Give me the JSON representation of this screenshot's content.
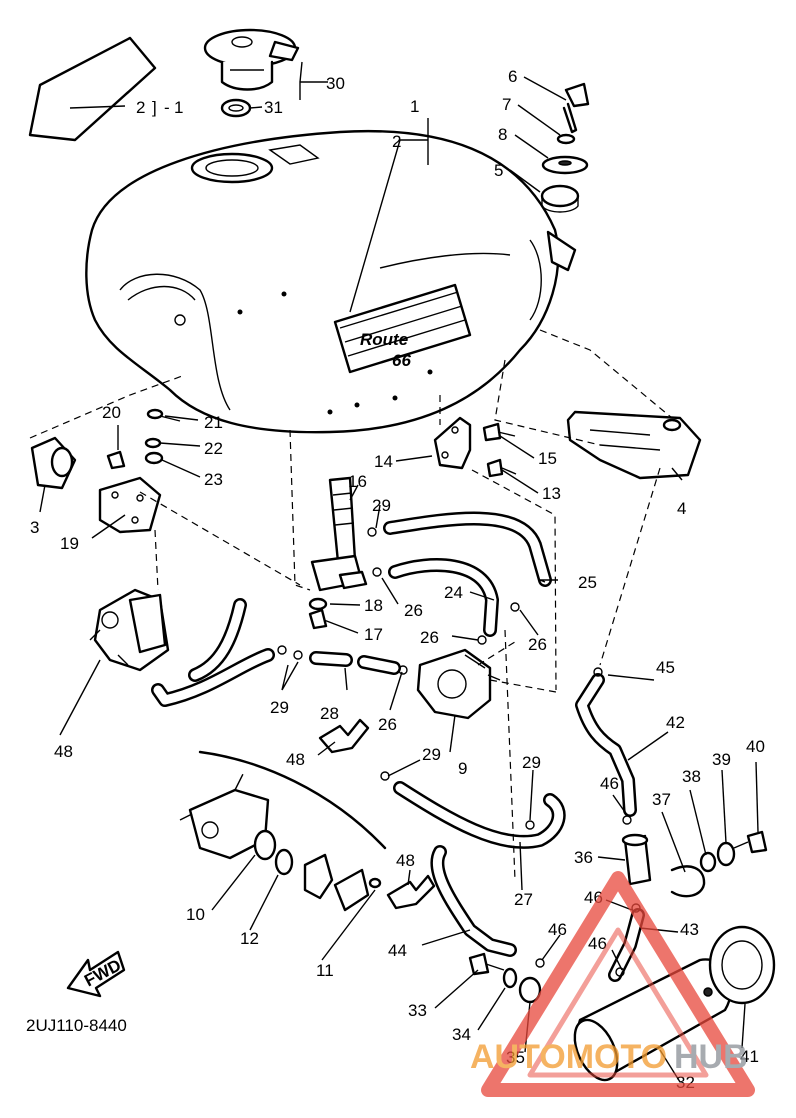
{
  "diagram_code": "2UJ110-8440",
  "fwd_label": "FWD",
  "tank_badge": {
    "line1": "Route",
    "line2": "66"
  },
  "watermark": {
    "text_orange": "AUTOMOTO",
    "text_gray": "HUB"
  },
  "callouts": {
    "c1": "1",
    "c2a": "2",
    "c2a_bracket": "1",
    "c2b": "2",
    "c3": "3",
    "c4": "4",
    "c5": "5",
    "c6": "6",
    "c7": "7",
    "c8": "8",
    "c9": "9",
    "c10": "10",
    "c11": "11",
    "c12": "12",
    "c13": "13",
    "c14": "14",
    "c15": "15",
    "c16": "16",
    "c17": "17",
    "c18": "18",
    "c19": "19",
    "c20": "20",
    "c21": "21",
    "c22": "22",
    "c23": "23",
    "c24": "24",
    "c25": "25",
    "c26a": "26",
    "c26b": "26",
    "c26c": "26",
    "c26d": "26",
    "c27": "27",
    "c28": "28",
    "c29a": "29",
    "c29b": "29",
    "c29c": "29",
    "c29d": "29",
    "c30": "30",
    "c31": "31",
    "c32": "32",
    "c33": "33",
    "c34": "34",
    "c35": "35",
    "c36": "36",
    "c37": "37",
    "c38": "38",
    "c39": "39",
    "c40": "40",
    "c41": "41",
    "c42": "42",
    "c43": "43",
    "c44": "44",
    "c45": "45",
    "c46a": "46",
    "c46b": "46",
    "c46c": "46",
    "c46d": "46",
    "c48a": "48",
    "c48b": "48",
    "c48c": "48"
  }
}
